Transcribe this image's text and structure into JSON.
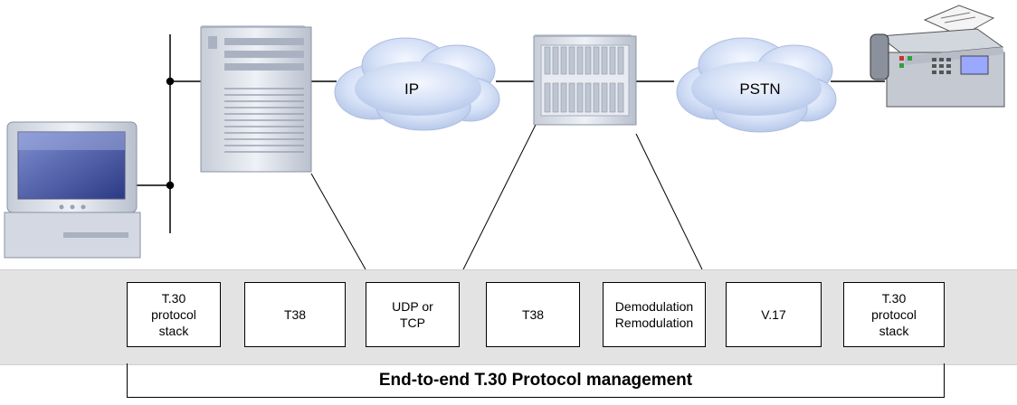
{
  "networks": {
    "ip_label": "IP",
    "pstn_label": "PSTN"
  },
  "stack": {
    "boxes": [
      "T.30\nprotocol\nstack",
      "T38",
      "UDP or\nTCP",
      "T38",
      "Demodulation\nRemodulation",
      "V.17",
      "T.30\nprotocol\nstack"
    ]
  },
  "footer": {
    "label": "End-to-end T.30 Protocol management"
  },
  "devices": {
    "pc_icon": "desktop-computer-icon",
    "server_icon": "server-tower-icon",
    "gateway_icon": "gateway-chassis-icon",
    "fax_icon": "fax-machine-icon"
  },
  "colors": {
    "cloud": "#c9d8f3",
    "band": "#e3e3e3",
    "device": "#dfe4ee"
  }
}
